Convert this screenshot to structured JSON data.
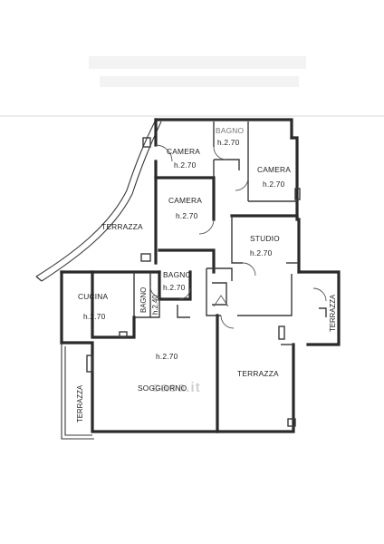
{
  "rooms": {
    "camera_1": {
      "name": "CAMERA",
      "height": "h.2.70"
    },
    "bagno_1": {
      "name": "BAGNO",
      "height": "h.2.70"
    },
    "camera_2": {
      "name": "CAMERA",
      "height": "h.2.70"
    },
    "camera_3": {
      "name": "CAMERA",
      "height": "h.2.70"
    },
    "studio": {
      "name": "STUDIO",
      "height": "h.2.70"
    },
    "bagno_2": {
      "name": "BAGNO",
      "height": "h.2.70"
    },
    "cucina": {
      "name": "CUCINA",
      "height": "h.2.70"
    },
    "bagno_3": {
      "name": "BAGNO",
      "height": "h.2.40"
    },
    "soggiorno": {
      "name": "SOGGIORNO",
      "height": "h.2.70"
    }
  },
  "terraces": {
    "north_west": "TERRAZZA",
    "west": "TERRAZZA",
    "south_east": "TERRAZZA",
    "east": "TERRAZZA"
  },
  "watermark": "casa.it",
  "colors": {
    "walls": "#2a2a2a",
    "background": "#ffffff"
  }
}
